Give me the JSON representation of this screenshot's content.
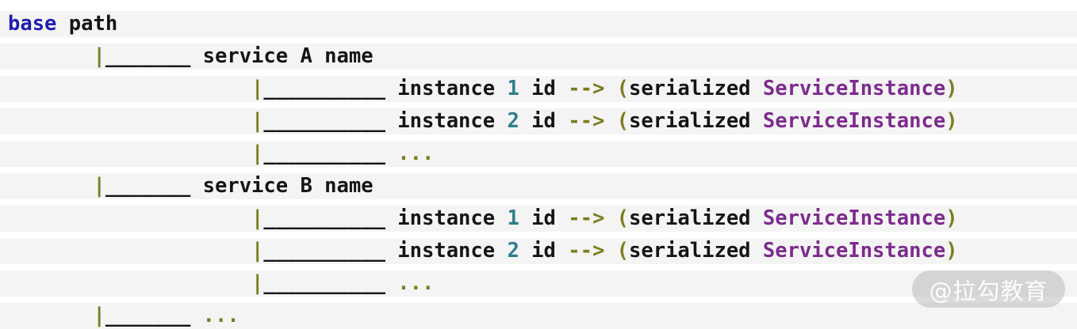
{
  "colors": {
    "background": "#ffffff",
    "stripe": "#f4f4f4",
    "plain": "#151515",
    "keyword": "#1e1eb0",
    "number": "#2e7e8c",
    "operator": "#7d7d21",
    "classname": "#7d2b8d"
  },
  "code_block": {
    "lines": [
      {
        "segments": [
          {
            "text": "base",
            "role": "keyword"
          },
          {
            "text": " path",
            "role": "plain"
          }
        ]
      },
      {
        "segments": [
          {
            "text": "       ",
            "role": "plain"
          },
          {
            "text": "|",
            "role": "operator"
          },
          {
            "text": "_______ service A name",
            "role": "plain"
          }
        ]
      },
      {
        "segments": [
          {
            "text": "                    ",
            "role": "plain"
          },
          {
            "text": "|",
            "role": "operator"
          },
          {
            "text": "__________ instance ",
            "role": "plain"
          },
          {
            "text": "1",
            "role": "number"
          },
          {
            "text": " id ",
            "role": "plain"
          },
          {
            "text": "--> (",
            "role": "operator"
          },
          {
            "text": "serialized ",
            "role": "plain"
          },
          {
            "text": "ServiceInstance",
            "role": "classname"
          },
          {
            "text": ")",
            "role": "operator"
          }
        ]
      },
      {
        "segments": [
          {
            "text": "                    ",
            "role": "plain"
          },
          {
            "text": "|",
            "role": "operator"
          },
          {
            "text": "__________ instance ",
            "role": "plain"
          },
          {
            "text": "2",
            "role": "number"
          },
          {
            "text": " id ",
            "role": "plain"
          },
          {
            "text": "--> (",
            "role": "operator"
          },
          {
            "text": "serialized ",
            "role": "plain"
          },
          {
            "text": "ServiceInstance",
            "role": "classname"
          },
          {
            "text": ")",
            "role": "operator"
          }
        ]
      },
      {
        "segments": [
          {
            "text": "                    ",
            "role": "plain"
          },
          {
            "text": "|",
            "role": "operator"
          },
          {
            "text": "__________ ",
            "role": "plain"
          },
          {
            "text": "...",
            "role": "operator"
          }
        ]
      },
      {
        "segments": [
          {
            "text": "       ",
            "role": "plain"
          },
          {
            "text": "|",
            "role": "operator"
          },
          {
            "text": "_______ service B name",
            "role": "plain"
          }
        ]
      },
      {
        "segments": [
          {
            "text": "                    ",
            "role": "plain"
          },
          {
            "text": "|",
            "role": "operator"
          },
          {
            "text": "__________ instance ",
            "role": "plain"
          },
          {
            "text": "1",
            "role": "number"
          },
          {
            "text": " id ",
            "role": "plain"
          },
          {
            "text": "--> (",
            "role": "operator"
          },
          {
            "text": "serialized ",
            "role": "plain"
          },
          {
            "text": "ServiceInstance",
            "role": "classname"
          },
          {
            "text": ")",
            "role": "operator"
          }
        ]
      },
      {
        "segments": [
          {
            "text": "                    ",
            "role": "plain"
          },
          {
            "text": "|",
            "role": "operator"
          },
          {
            "text": "__________ instance ",
            "role": "plain"
          },
          {
            "text": "2",
            "role": "number"
          },
          {
            "text": " id ",
            "role": "plain"
          },
          {
            "text": "--> (",
            "role": "operator"
          },
          {
            "text": "serialized ",
            "role": "plain"
          },
          {
            "text": "ServiceInstance",
            "role": "classname"
          },
          {
            "text": ")",
            "role": "operator"
          }
        ]
      },
      {
        "segments": [
          {
            "text": "                    ",
            "role": "plain"
          },
          {
            "text": "|",
            "role": "operator"
          },
          {
            "text": "__________ ",
            "role": "plain"
          },
          {
            "text": "...",
            "role": "operator"
          }
        ]
      },
      {
        "segments": [
          {
            "text": "       ",
            "role": "plain"
          },
          {
            "text": "|",
            "role": "operator"
          },
          {
            "text": "_______ ",
            "role": "plain"
          },
          {
            "text": "...",
            "role": "operator"
          }
        ]
      }
    ]
  },
  "watermark": {
    "label": "@拉勾教育",
    "pill_color": "rgba(172,172,172,0.45)",
    "text_color": "rgba(255,255,255,0.92)"
  }
}
